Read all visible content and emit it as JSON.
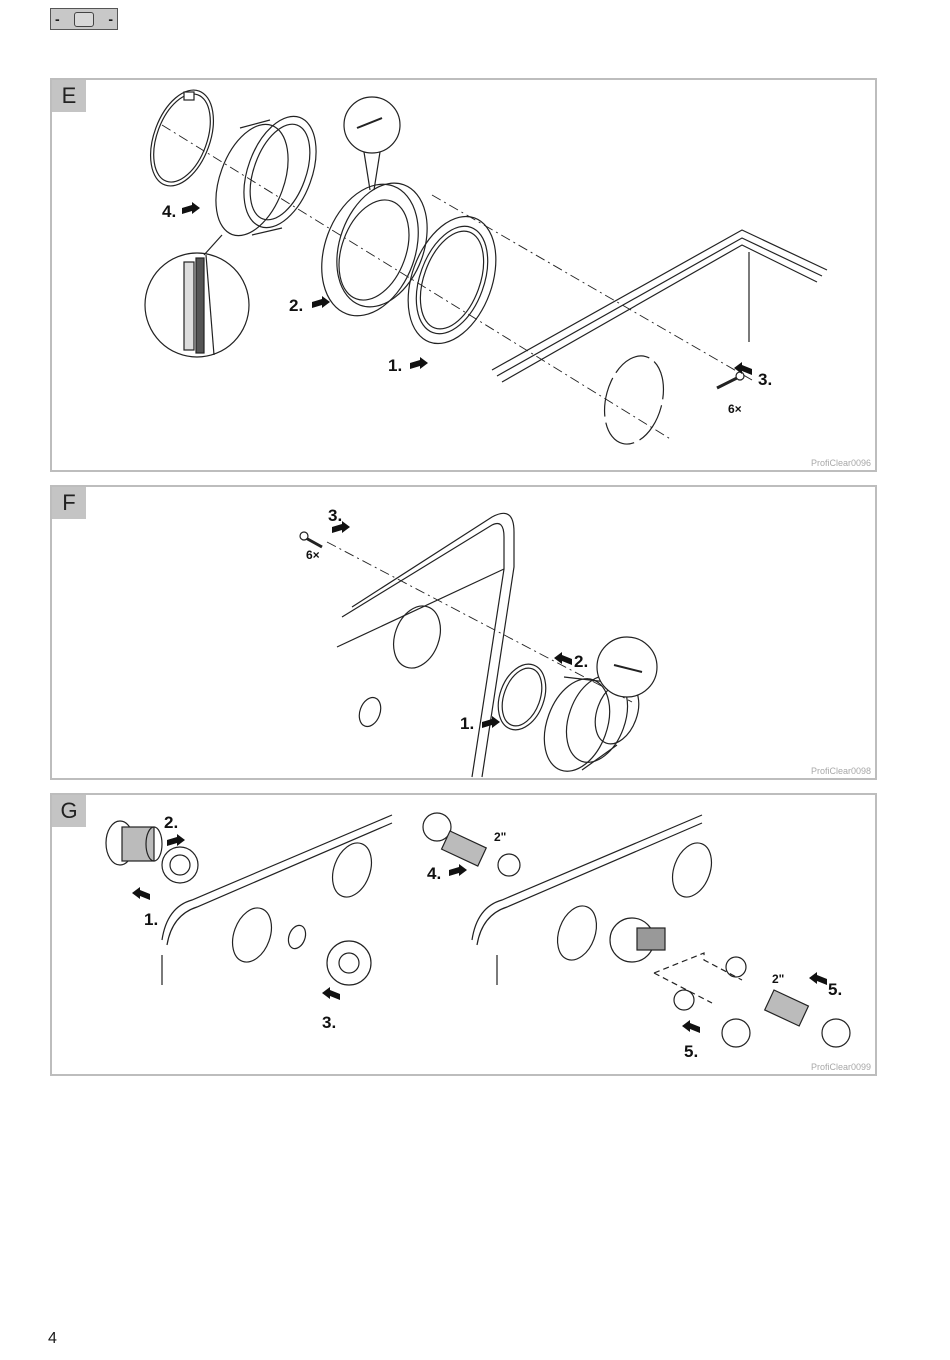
{
  "header": {
    "badge_left": "-",
    "badge_right": "-",
    "icon": "rounded-rectangle-icon"
  },
  "panels": [
    {
      "letter": "E",
      "ref": "ProfiClear0096",
      "steps": [
        "1.",
        "2.",
        "3.",
        "4."
      ],
      "quantity": "6×"
    },
    {
      "letter": "F",
      "ref": "ProfiClear0098",
      "steps": [
        "1.",
        "2.",
        "3."
      ],
      "quantity": "6×"
    },
    {
      "letter": "G",
      "ref": "ProfiClear0099",
      "steps": [
        "1.",
        "2.",
        "3.",
        "4.",
        "5.",
        "5."
      ],
      "size_labels": [
        "2\"",
        "2\""
      ]
    }
  ],
  "footer": {
    "page_number": "4"
  }
}
